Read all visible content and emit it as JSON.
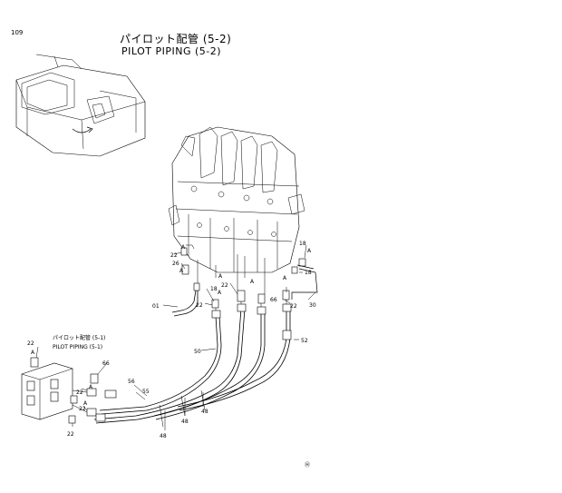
{
  "page_number": "109",
  "title_jp": "パイロット配管 (5-2)",
  "title_en": "PILOT PIPING (5-2)",
  "ref_jp": "パイロット配管 (5-1)",
  "ref_en": "PILOT PIPING (5-1)",
  "callouts": {
    "c22_top": "22",
    "c26": "26",
    "c18_left": "18",
    "c01": "01",
    "c22_mid_a": "22",
    "c22_mid_b": "22",
    "c66_mid": "66",
    "c22_right": "22",
    "c30": "30",
    "c18_right_top": "18",
    "c18_right": "18",
    "c50": "50",
    "c52": "52",
    "c56": "56",
    "c55": "55",
    "c48_a": "48",
    "c48_b": "48",
    "c48_c": "48",
    "c22_valve_top": "22",
    "c66_lower": "66",
    "c22_lower_a": "22",
    "c22_lower_b": "22",
    "c22_lower_c": "22"
  },
  "arrow_letter": "A",
  "footer_mark": "Ⓗ"
}
